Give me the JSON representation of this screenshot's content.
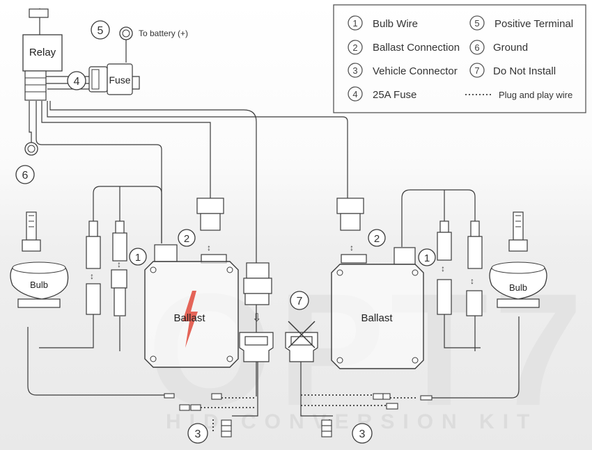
{
  "legend": {
    "items": [
      {
        "num": "1",
        "label": "Bulb Wire"
      },
      {
        "num": "2",
        "label": "Ballast Connection"
      },
      {
        "num": "3",
        "label": "Vehicle Connector"
      },
      {
        "num": "4",
        "label": "25A Fuse"
      },
      {
        "num": "5",
        "label": "Positive Terminal"
      },
      {
        "num": "6",
        "label": "Ground"
      },
      {
        "num": "7",
        "label": "Do Not Install"
      }
    ],
    "plug_label": "Plug and play wire"
  },
  "relay": {
    "label": "Relay"
  },
  "fuse": {
    "label": "Fuse"
  },
  "battery": {
    "label": "To battery (+)"
  },
  "bulb_left": {
    "label": "Bulb"
  },
  "bulb_right": {
    "label": "Bulb"
  },
  "ballast_left": {
    "label": "Ballast"
  },
  "ballast_right": {
    "label": "Ballast"
  },
  "callouts": {
    "one": "1",
    "two": "2",
    "three": "3",
    "four": "4",
    "five": "5",
    "six": "6",
    "seven": "7"
  },
  "watermark": {
    "brand": "OPT7",
    "tagline": "HID CONVERSION KIT"
  },
  "colors": {
    "line": "#3a3a3a",
    "background_top": "#ffffff",
    "background_bottom": "#ececec",
    "watermark": "#dedede",
    "bolt": "#e04a3c"
  }
}
